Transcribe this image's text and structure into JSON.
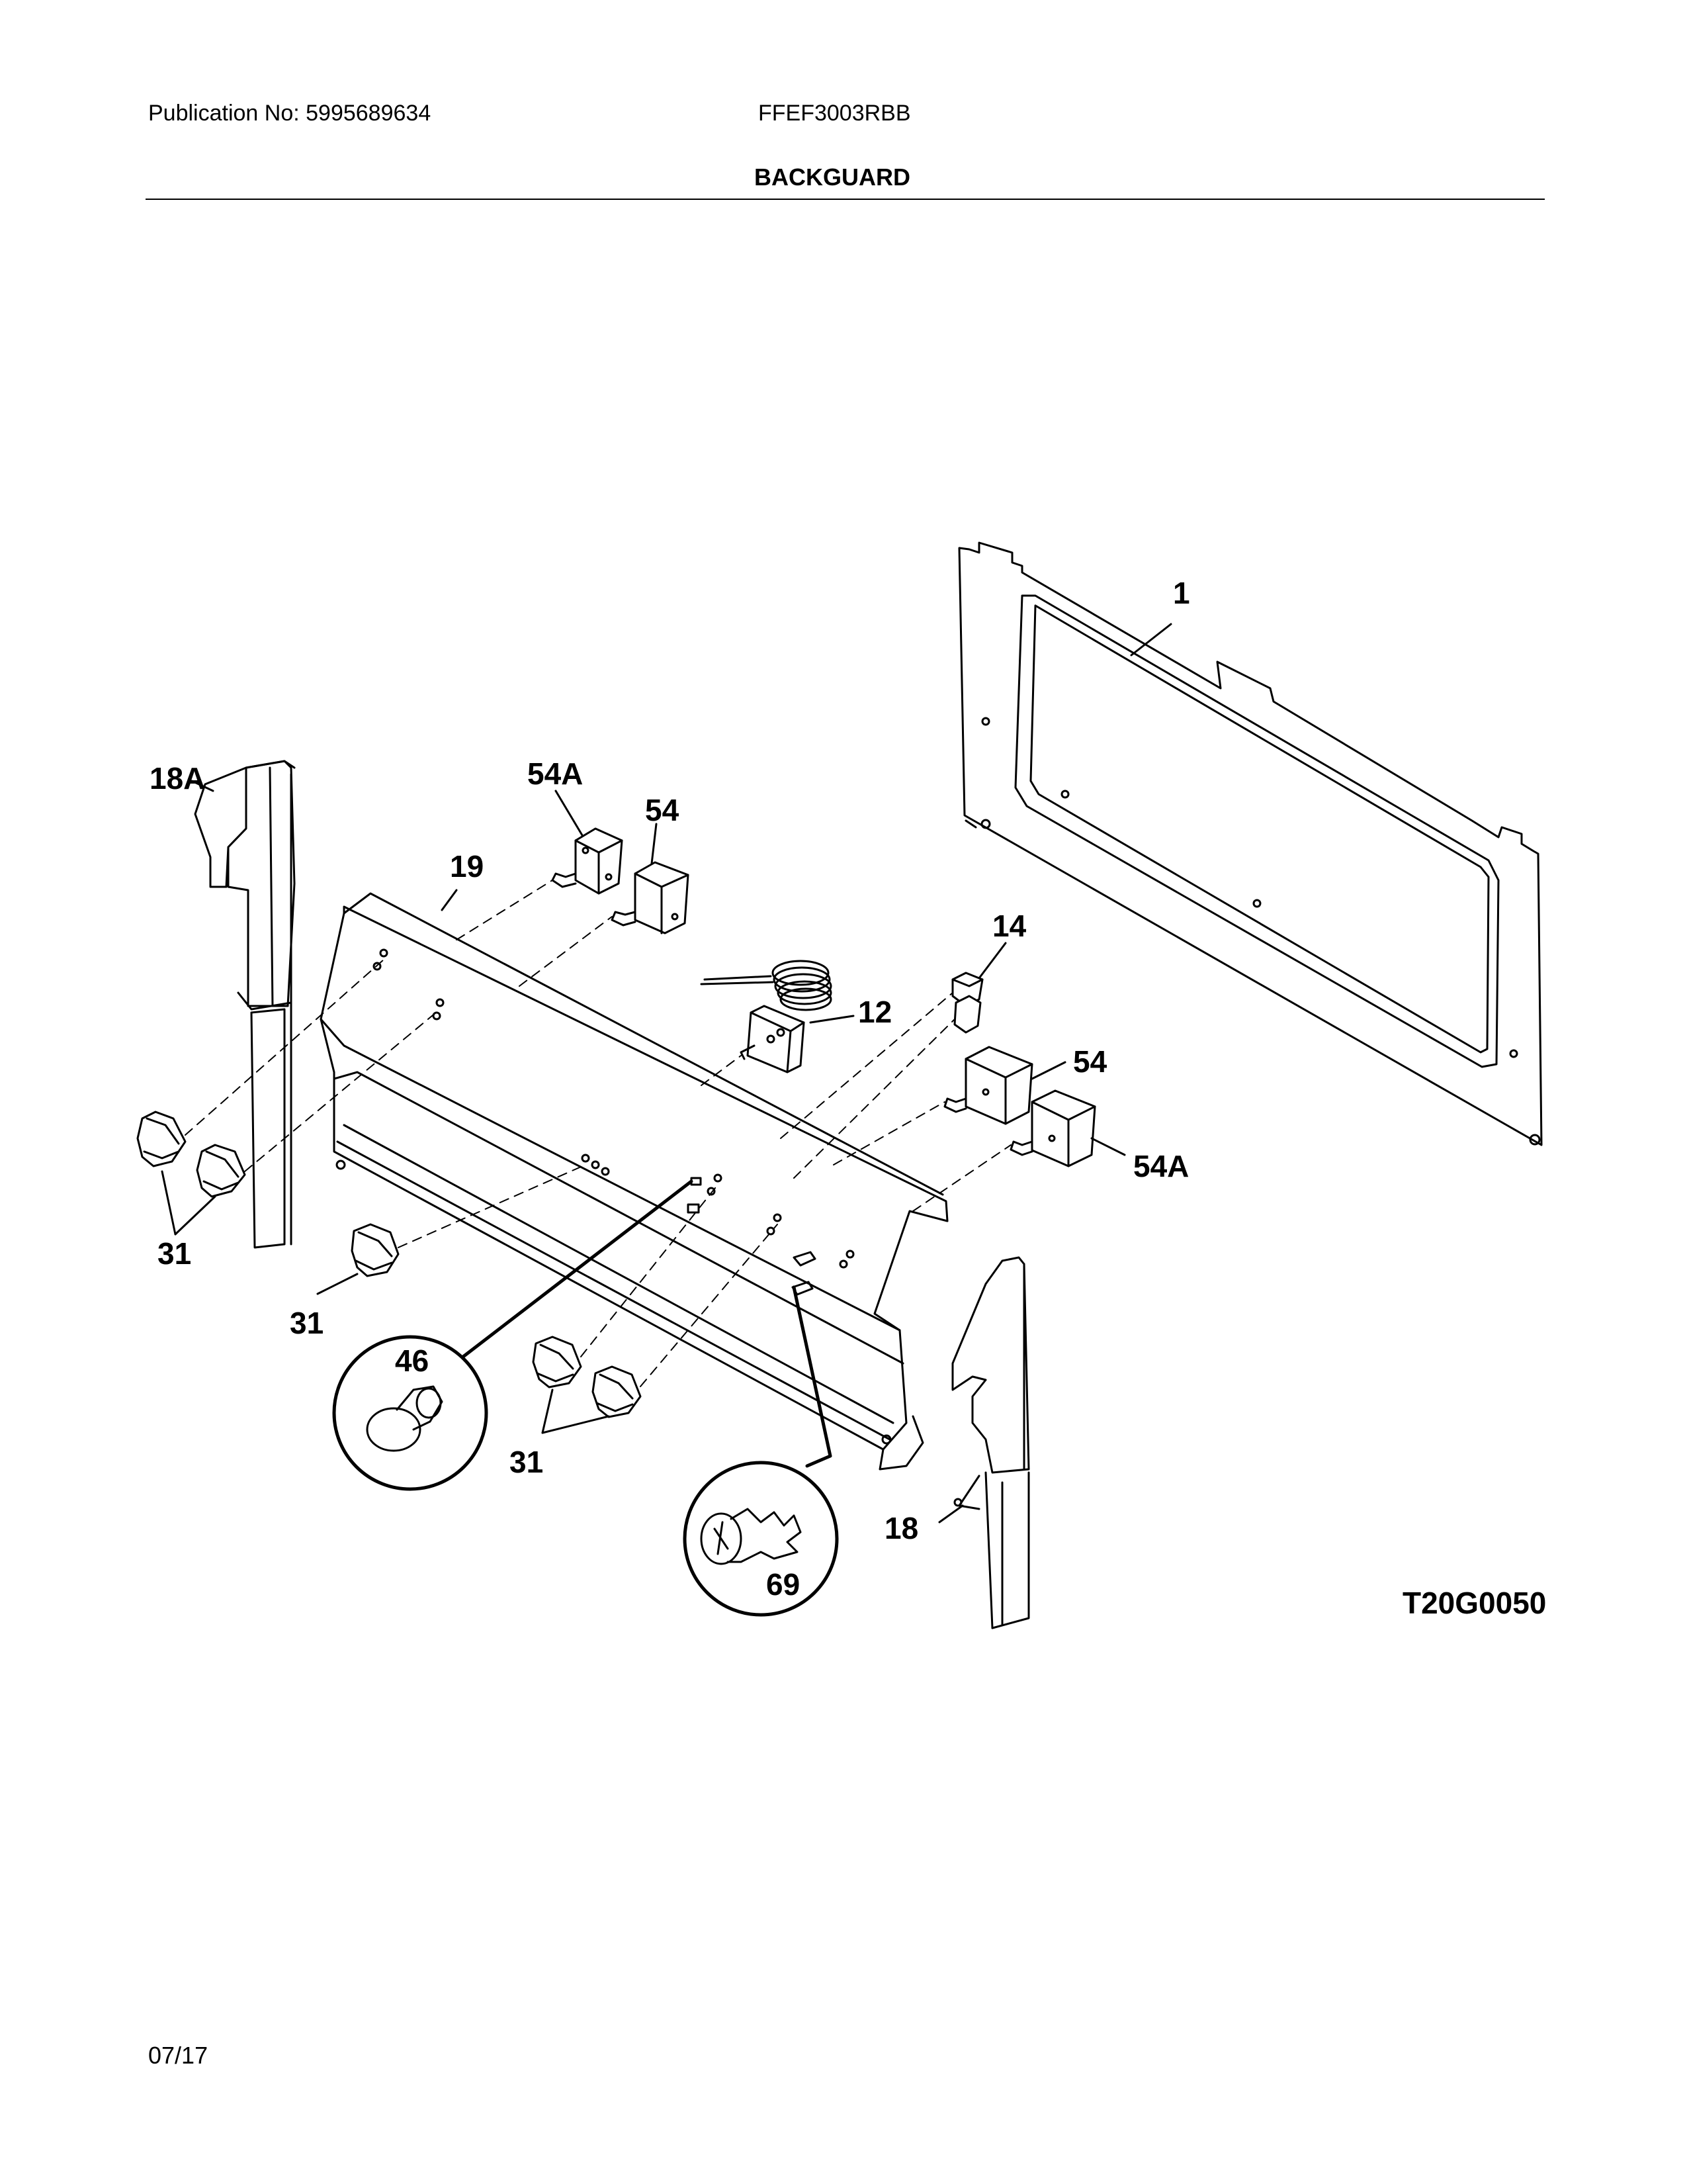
{
  "header": {
    "publication": "Publication No: 5995689634",
    "model": "FFEF3003RBB",
    "section_title": "BACKGUARD"
  },
  "diagram": {
    "drawing_code": "T20G0050",
    "callouts": {
      "part_1": "1",
      "part_18A": "18A",
      "part_54A_top": "54A",
      "part_54_top": "54",
      "part_19": "19",
      "part_14": "14",
      "part_12": "12",
      "part_54_right": "54",
      "part_54A_right": "54A",
      "part_31_left": "31",
      "part_31_mid": "31",
      "part_31_bottom": "31",
      "part_46": "46",
      "part_69": "69",
      "part_18": "18"
    }
  },
  "footer": {
    "date": "07/17"
  }
}
